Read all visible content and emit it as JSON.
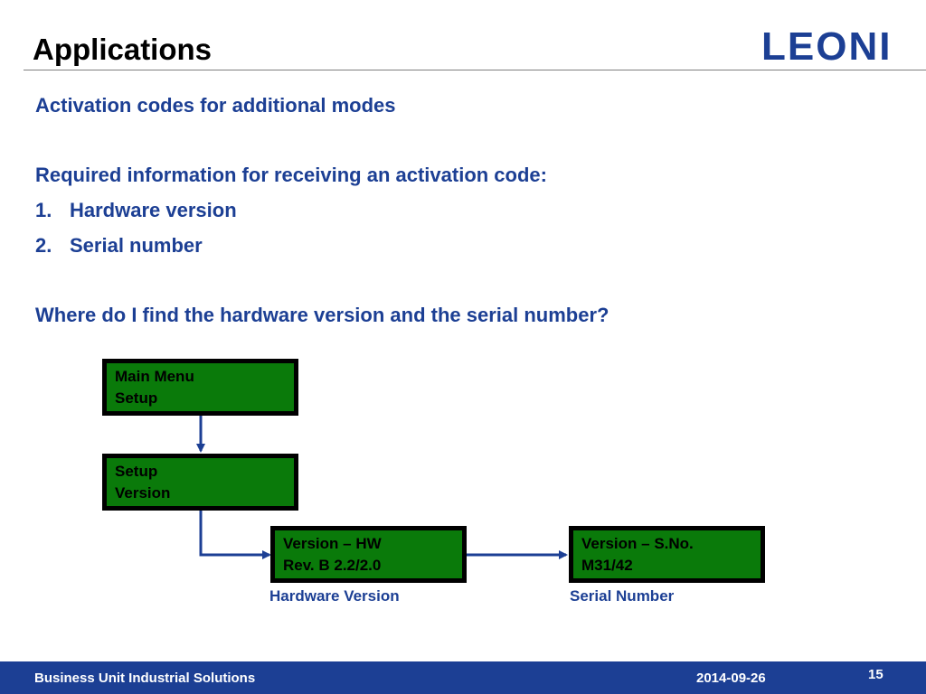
{
  "header": {
    "title": "Applications",
    "logo": "LEONI"
  },
  "content": {
    "heading": "Activation codes for additional modes",
    "required_info": "Required information for receiving an activation code:",
    "list": [
      {
        "num": "1.",
        "text": "Hardware version"
      },
      {
        "num": "2.",
        "text": "Serial number"
      }
    ],
    "question": "Where do I find the hardware version and the serial number?"
  },
  "diagram": {
    "box1": {
      "line1": "Main Menu",
      "line2": "Setup"
    },
    "box2": {
      "line1": "Setup",
      "line2": "Version"
    },
    "box3": {
      "line1": "Version – HW",
      "line2": "Rev. B 2.2/2.0"
    },
    "box4": {
      "line1": "Version – S.No.",
      "line2": "M31/42"
    },
    "caption_hw": "Hardware Version",
    "caption_sn": "Serial Number"
  },
  "footer": {
    "unit": "Business Unit Industrial Solutions",
    "date": "2014-09-26",
    "page": "15"
  },
  "colors": {
    "brand": "#1c3f94",
    "lcd_green": "#0a7a0a"
  }
}
